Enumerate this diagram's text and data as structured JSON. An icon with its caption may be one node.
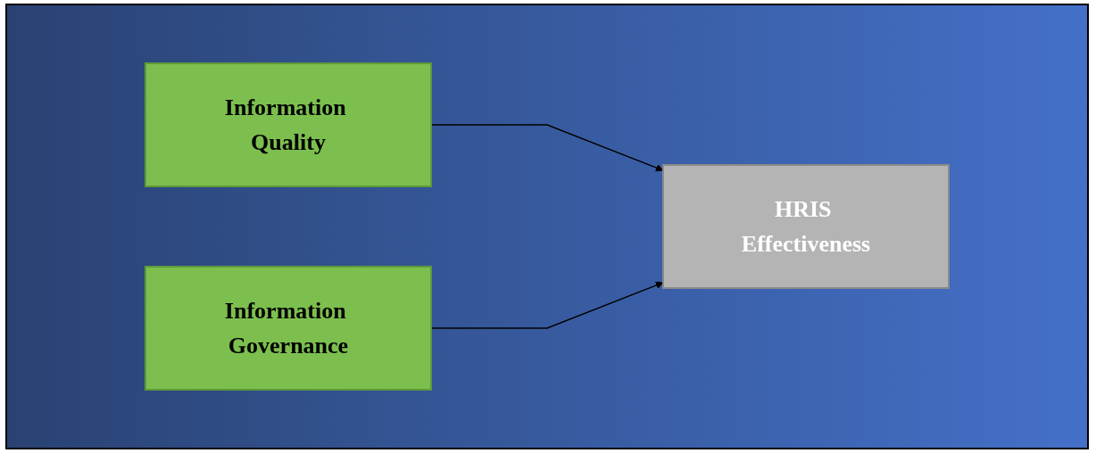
{
  "diagram": {
    "nodes": [
      {
        "text": [
          "Information Quality"
        ]
      },
      {
        "text": [
          "Information Governance"
        ]
      },
      {
        "text": [
          "HRIS Effectiveness"
        ]
      }
    ],
    "edges": [
      {
        "from": 0,
        "to": 2,
        "arrow": "to"
      },
      {
        "from": 1,
        "to": 2,
        "arrow": "to"
      }
    ]
  }
}
